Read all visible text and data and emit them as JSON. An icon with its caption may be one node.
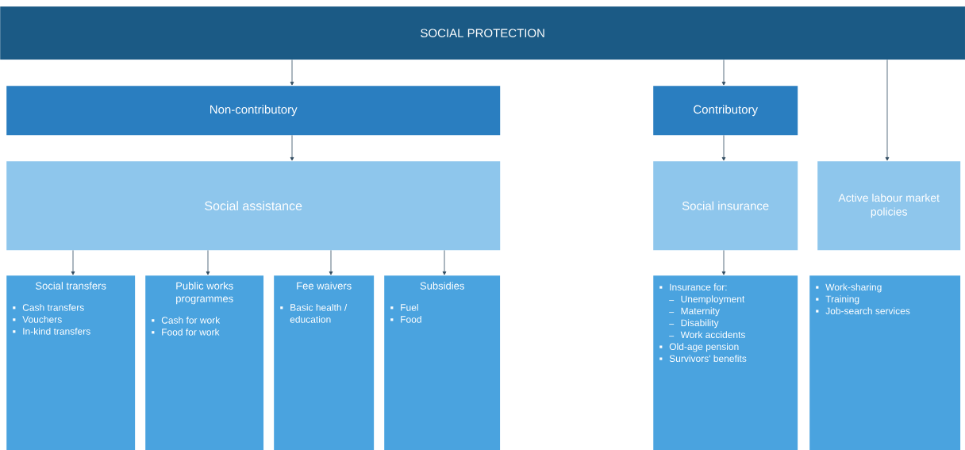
{
  "diagram": {
    "nodes": [
      {
        "text": [
          "SOCIAL PROTECTION"
        ]
      },
      {
        "text": [
          "Non-contributory"
        ]
      },
      {
        "text": [
          "Contributory"
        ]
      },
      {
        "text": [
          "Social assistance"
        ]
      },
      {
        "text": [
          "Social insurance"
        ]
      },
      {
        "text": [
          "Active labour market policies"
        ]
      },
      {
        "text": [
          "Social transfers",
          "Cash transfers",
          "Vouchers",
          "In-kind transfers"
        ]
      },
      {
        "text": [
          "Public works programmes",
          "Cash for work",
          "Food for work"
        ]
      },
      {
        "text": [
          "Fee waivers",
          "Basic health / education"
        ]
      },
      {
        "text": [
          "Subsidies",
          "Fuel",
          "Food"
        ]
      },
      {
        "text": [
          "Insurance for:",
          "Unemployment",
          "Maternity",
          "Disability",
          "Work accidents",
          "Old-age pension",
          "Survivors' benefits"
        ]
      },
      {
        "text": [
          "Work-sharing",
          "Training",
          "Job-search services"
        ]
      }
    ],
    "edges": [
      {
        "from": 0,
        "to": 1,
        "arrow": "to"
      },
      {
        "from": 0,
        "to": 2,
        "arrow": "to"
      },
      {
        "from": 0,
        "to": 5,
        "arrow": "to"
      },
      {
        "from": 1,
        "to": 3,
        "arrow": "to"
      },
      {
        "from": 2,
        "to": 4,
        "arrow": "to"
      },
      {
        "from": 3,
        "to": 6,
        "arrow": "to"
      },
      {
        "from": 3,
        "to": 7,
        "arrow": "to"
      },
      {
        "from": 3,
        "to": 8,
        "arrow": "to"
      },
      {
        "from": 3,
        "to": 9,
        "arrow": "to"
      },
      {
        "from": 4,
        "to": 10,
        "arrow": "to"
      }
    ]
  }
}
